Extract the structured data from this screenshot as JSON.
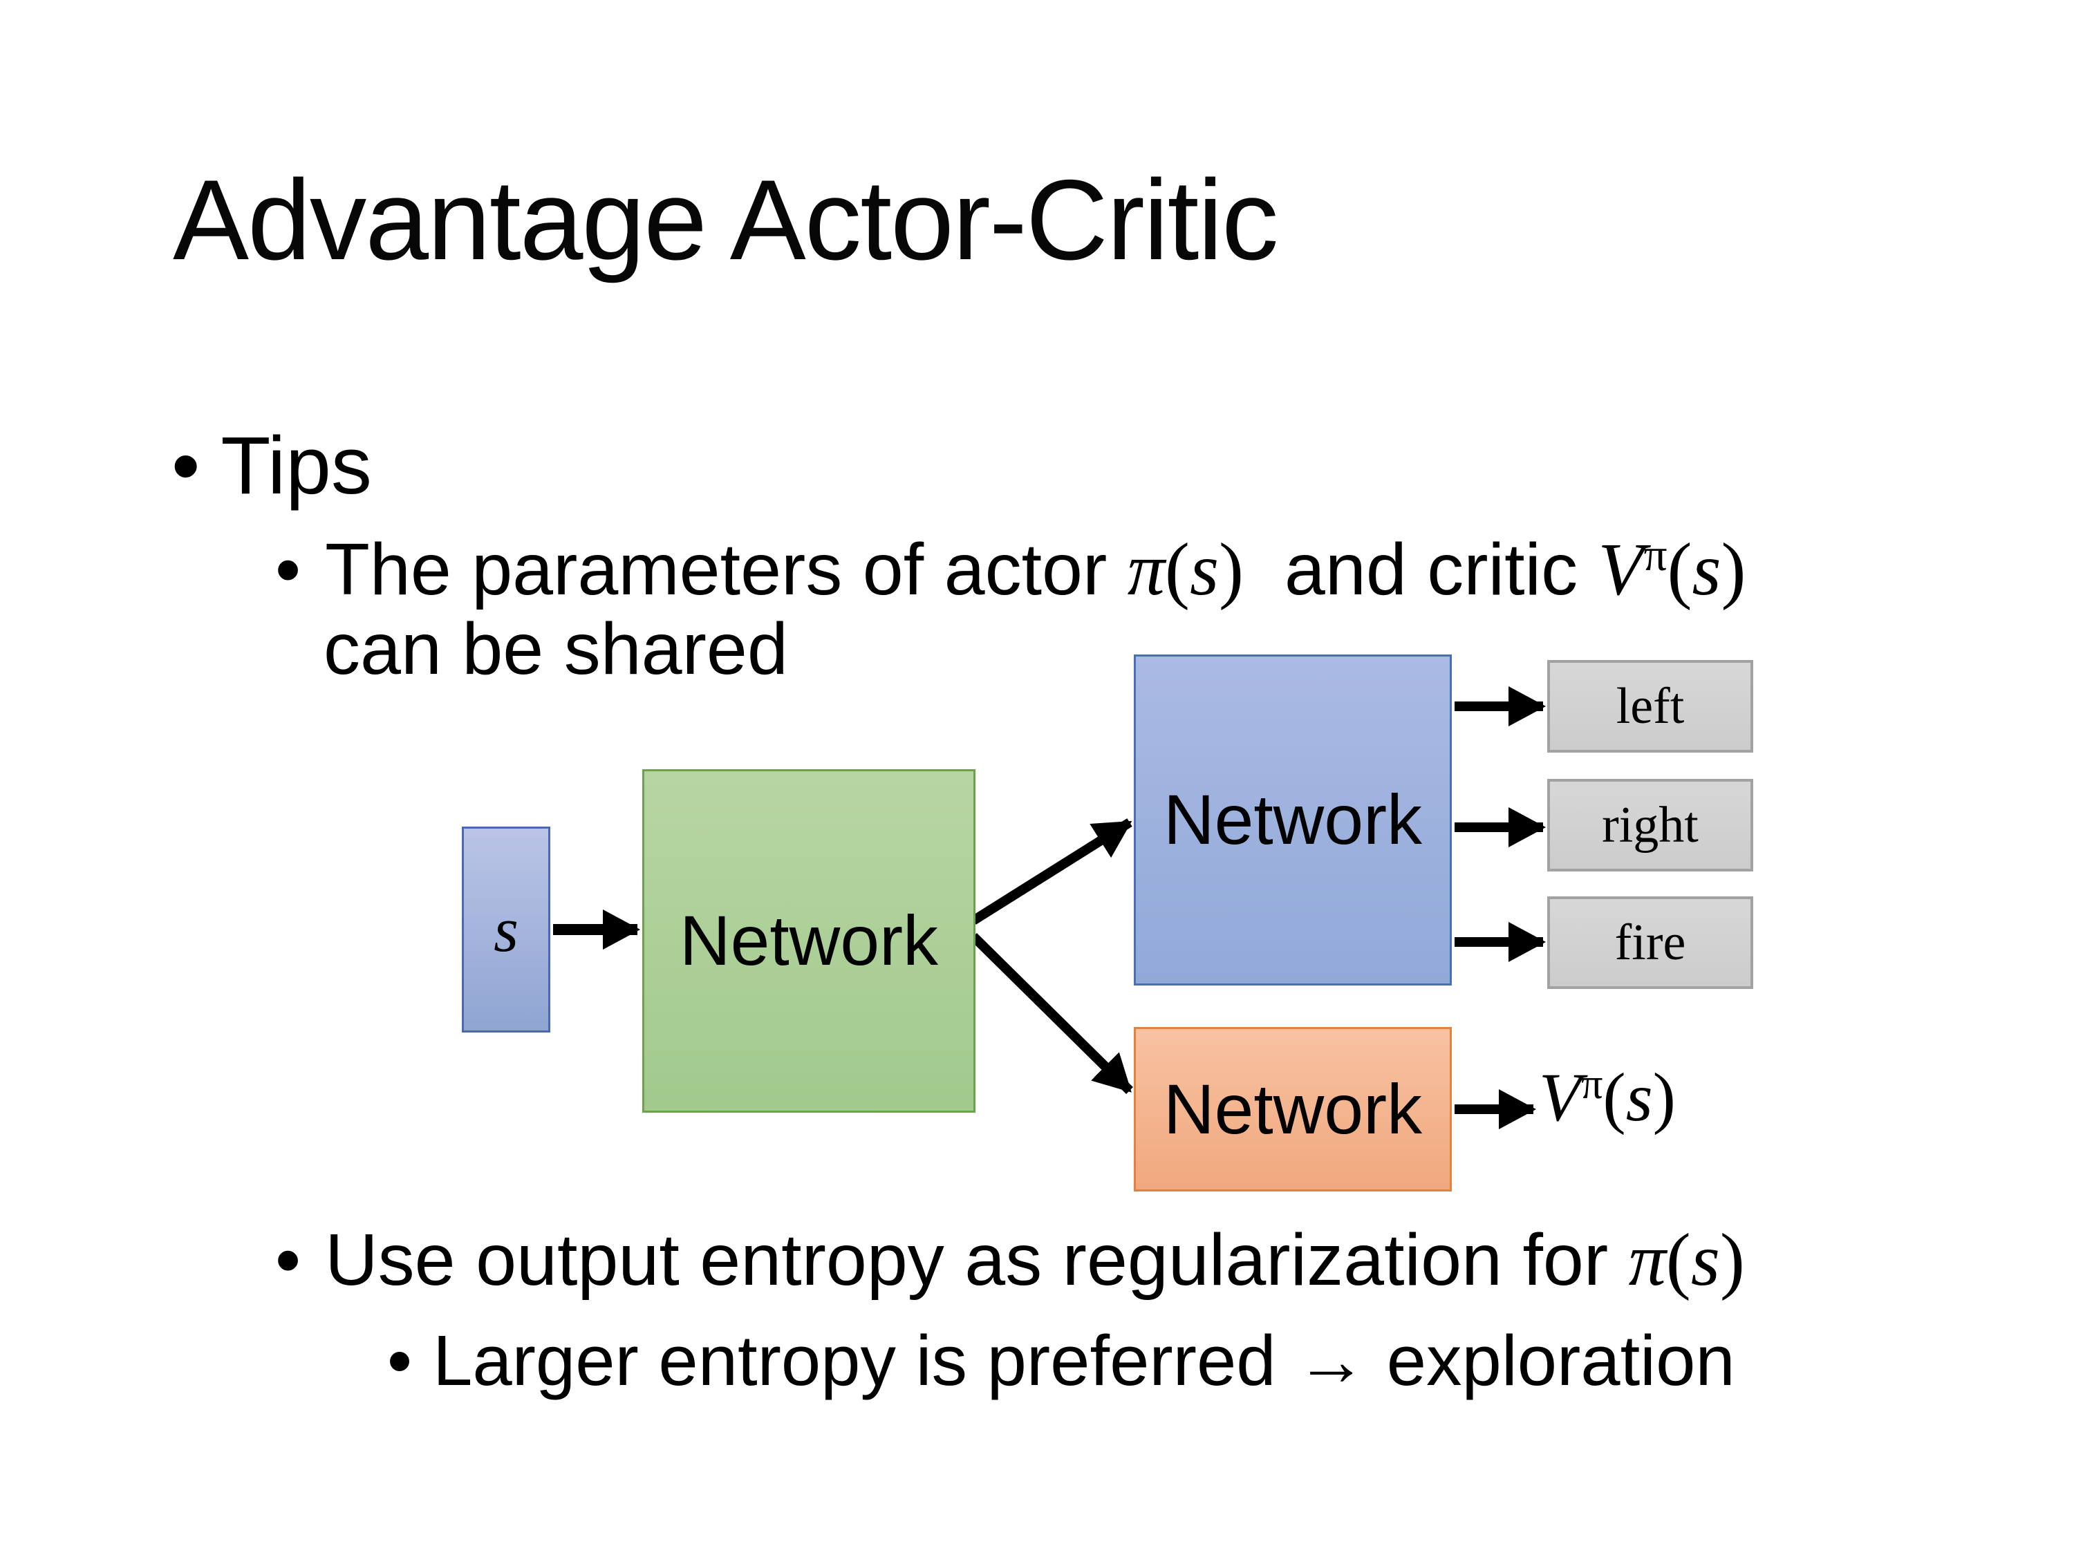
{
  "slide": {
    "title": "Advantage Actor-Critic",
    "bullet_char": "•"
  },
  "bullets": {
    "tips": "Tips",
    "shared_pre": "The parameters of actor ",
    "shared_mid": "  and critic ",
    "shared_line2": "can be shared",
    "entropy_pre": "Use output entropy as regularization for ",
    "exploration": "Larger entropy is preferred → exploration"
  },
  "math": {
    "pi": "π",
    "s": "s",
    "V": "V",
    "lparen": "(",
    "rparen": ")"
  },
  "diagram": {
    "input_label": "s",
    "shared_network": "Network",
    "actor_network": "Network",
    "critic_network": "Network",
    "actions": [
      "left",
      "right",
      "fire"
    ]
  },
  "colors": {
    "shared_network_fill": "#aed099",
    "shared_network_border": "#6ca24a",
    "actor_network_fill": "#9fb3e0",
    "actor_network_border": "#4a70b4",
    "critic_network_fill": "#f4b48f",
    "critic_network_border": "#e2823e",
    "action_fill": "#d2d2d2",
    "action_border": "#a2a2a2",
    "input_fill": "#a6b4de",
    "input_border": "#4a69b0",
    "arrow": "#000000",
    "text": "#000000"
  }
}
